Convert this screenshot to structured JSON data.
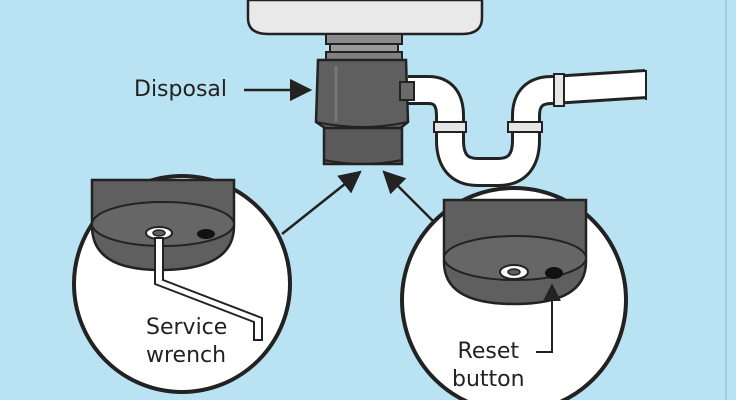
{
  "labels": {
    "disposal": "Disposal",
    "service_wrench_line1": "Service",
    "service_wrench_line2": "wrench",
    "reset_button_line1": "Reset",
    "reset_button_line2": "button"
  },
  "colors": {
    "background": "#b9e2f3",
    "sink": "#e8e8e8",
    "disposal_body": "#5e5e5e",
    "pipe": "#ffffff",
    "outline": "#222222"
  }
}
